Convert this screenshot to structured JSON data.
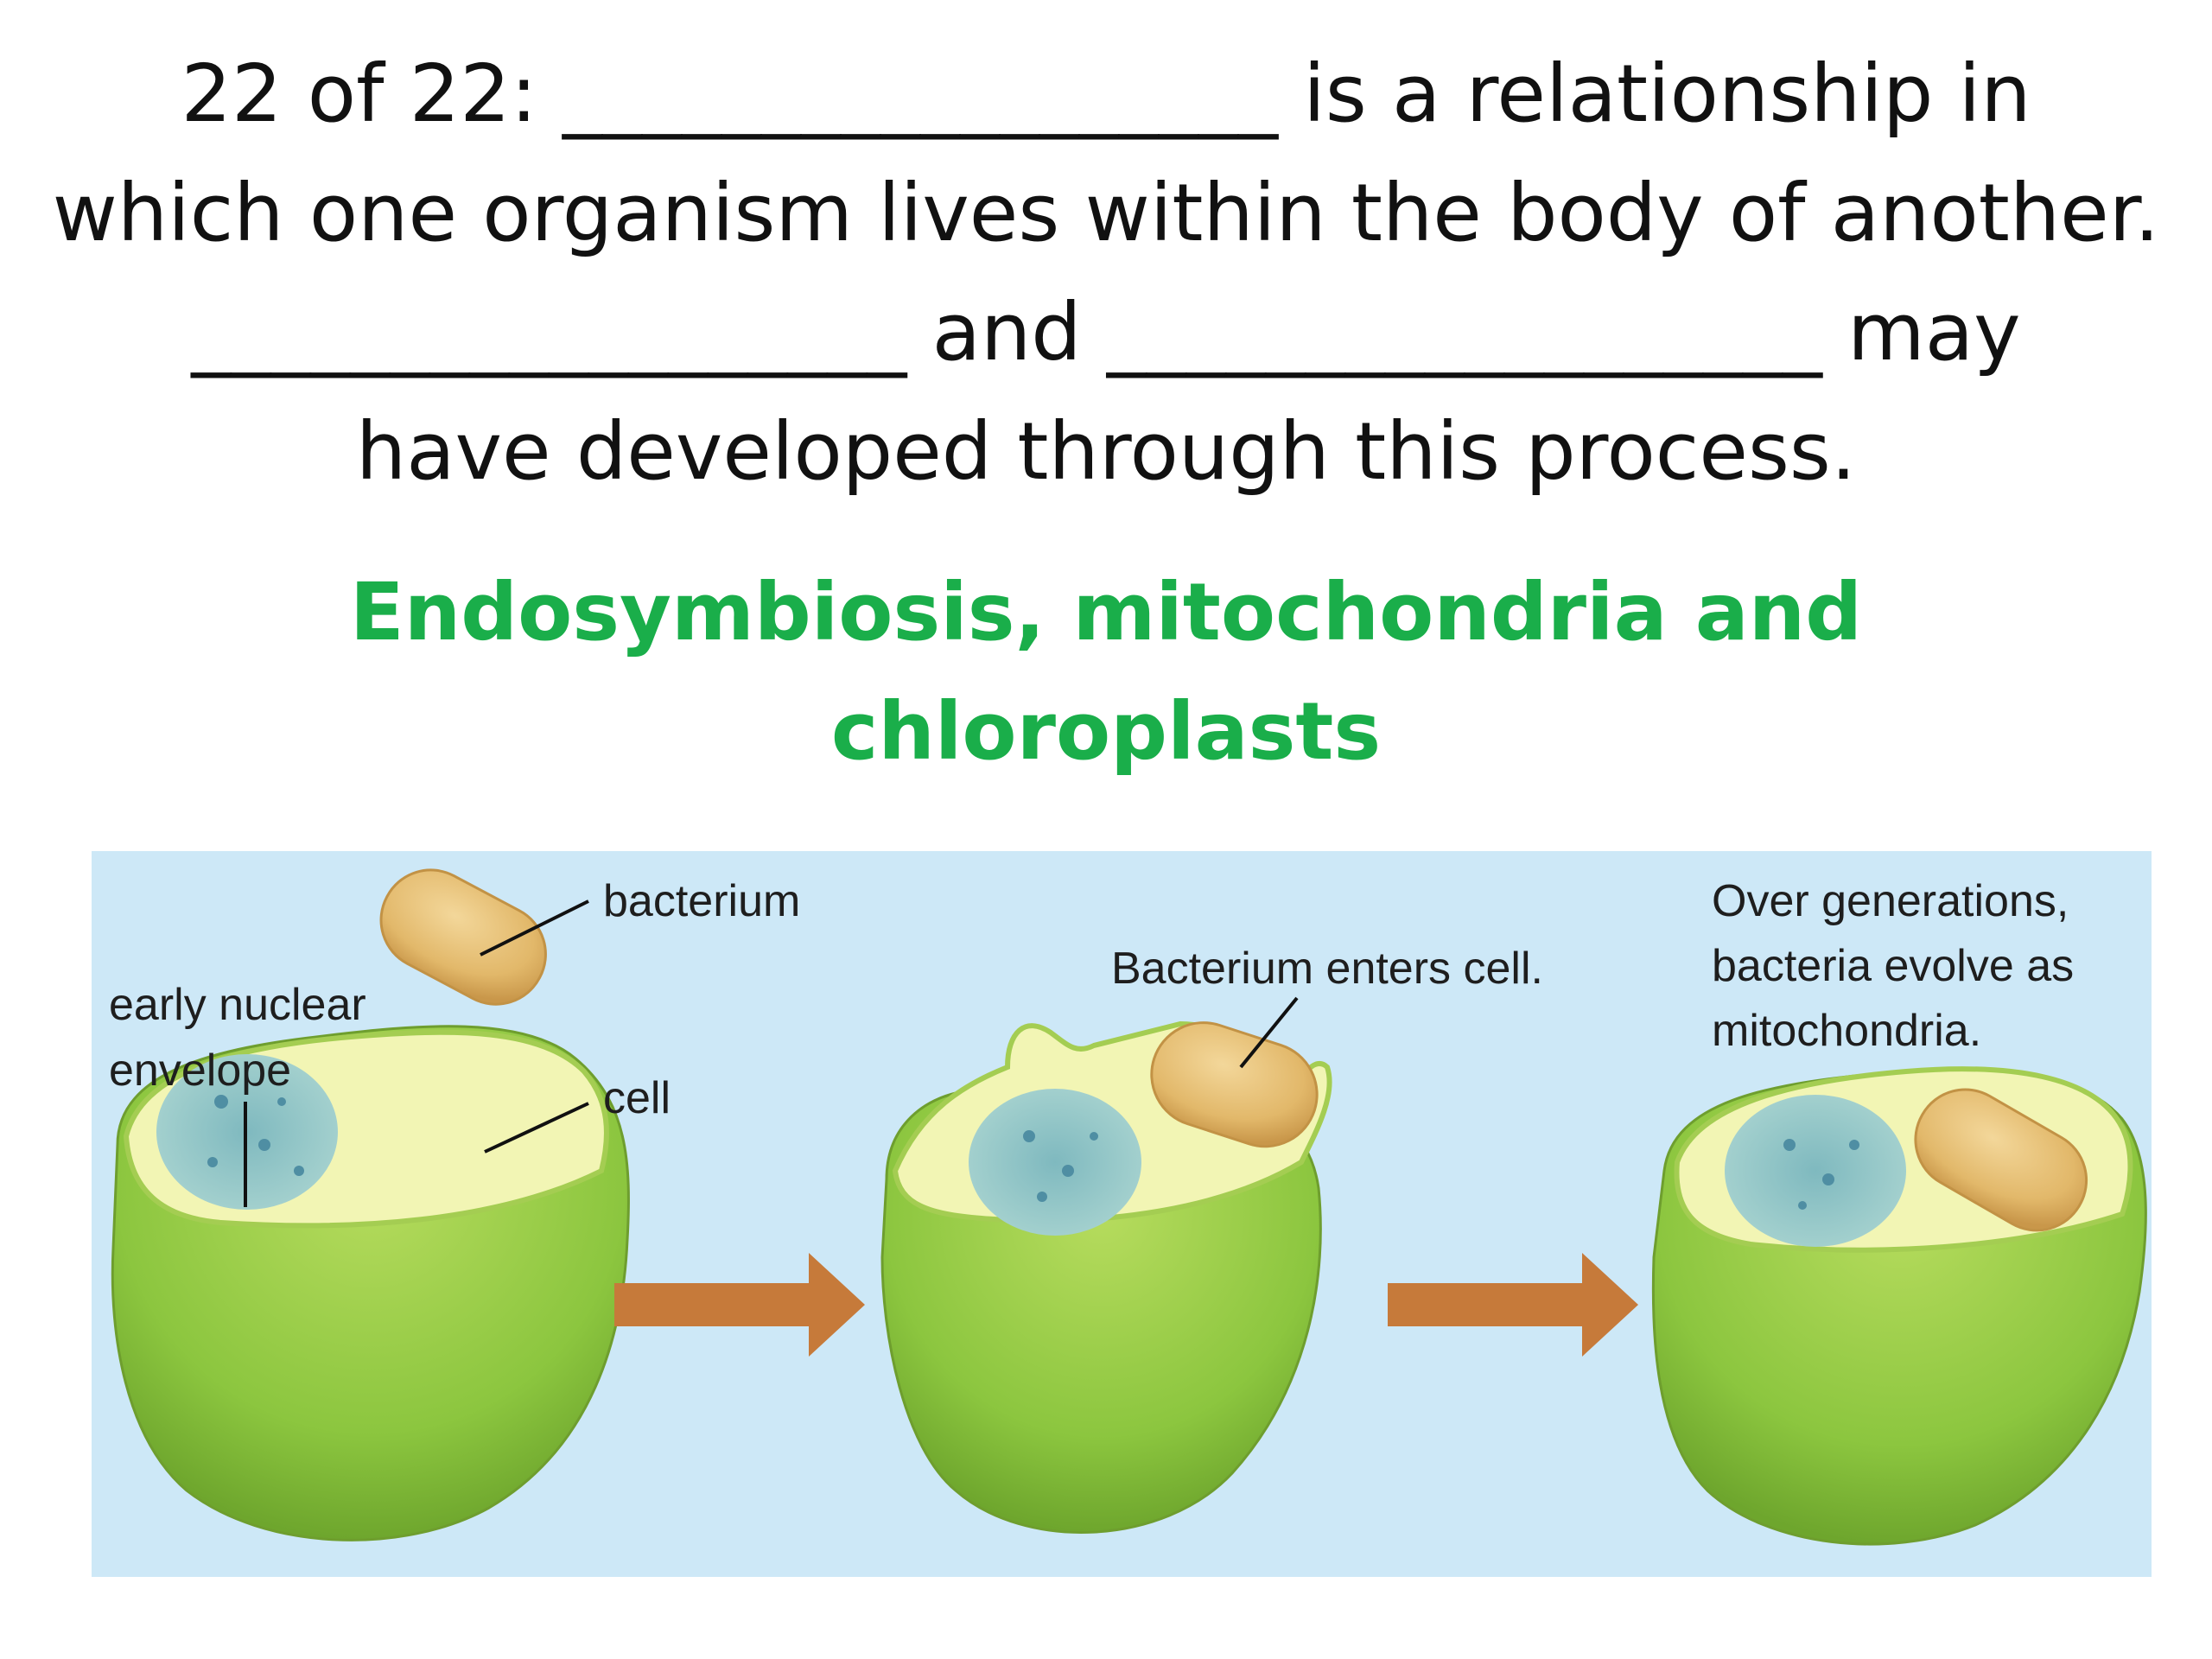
{
  "question": {
    "line1": "22 of 22: __________________ is a relationship in",
    "line2": "which one organism lives within the body of another.",
    "line3": "__________________ and __________________ may",
    "line4": "have developed through this process."
  },
  "answer": {
    "line1": "Endosymbiosis, mitochondria and",
    "line2": "chloroplasts"
  },
  "figure": {
    "labels": {
      "bacterium": "bacterium",
      "early_nuclear_line1": "early nuclear",
      "early_nuclear_line2": "envelope",
      "cell": "cell",
      "bacterium_enters": "Bacterium enters cell.",
      "over_generations_line1": "Over generations,",
      "over_generations_line2": "bacteria evolve as",
      "over_generations_line3": "mitochondria."
    },
    "colors": {
      "background": "#cde8f7",
      "cell_outer": "#8cc63f",
      "cell_inner": "#f2f5b4",
      "nucleus": "#8fc6c9",
      "bacterium": "#e2b86a",
      "arrow": "#c67a3a",
      "answer_text": "#1aae4a"
    }
  }
}
